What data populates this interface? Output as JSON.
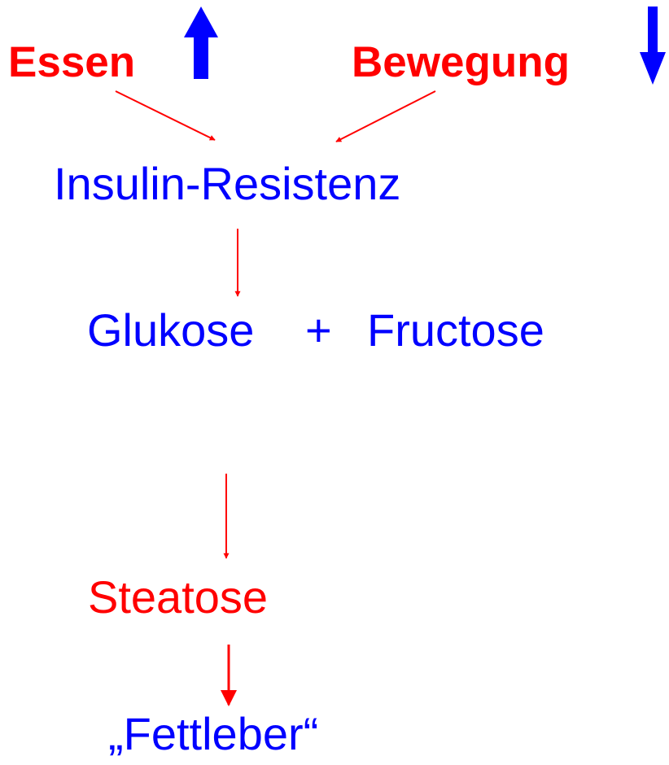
{
  "colors": {
    "red": "#ff0000",
    "blue": "#0000ff"
  },
  "nodes": {
    "essen": "Essen",
    "bewegung": "Bewegung",
    "insulin_resistenz": "Insulin-Resistenz",
    "glukose": "Glukose",
    "plus": "+",
    "fructose": "Fructose",
    "steatose": "Steatose",
    "fettleber": "„Fettleber“"
  },
  "indicators": {
    "essen": {
      "direction": "up",
      "icon": "arrow-up-icon"
    },
    "bewegung": {
      "direction": "down",
      "icon": "arrow-down-icon"
    }
  },
  "edges": [
    {
      "from": "essen",
      "to": "insulin_resistenz"
    },
    {
      "from": "bewegung",
      "to": "insulin_resistenz"
    },
    {
      "from": "insulin_resistenz",
      "to": "glukose_fructose"
    },
    {
      "from": "glukose_fructose",
      "to": "steatose"
    },
    {
      "from": "steatose",
      "to": "fettleber"
    }
  ]
}
